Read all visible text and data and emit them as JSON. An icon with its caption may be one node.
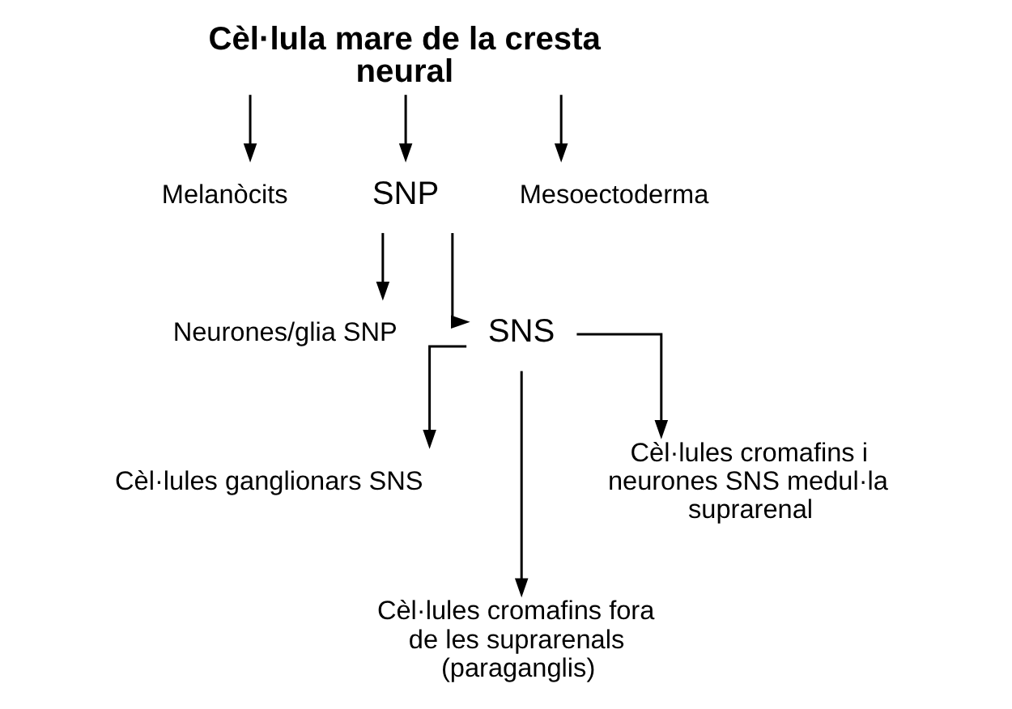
{
  "diagram": {
    "nodes": [
      {
        "text": [
          "Cèl·lula mare de la cresta neural"
        ]
      },
      {
        "text": [
          "Melanòcits"
        ]
      },
      {
        "text": [
          "SNP"
        ]
      },
      {
        "text": [
          "Mesoectoderma"
        ]
      },
      {
        "text": [
          "Neurones/glia SNP"
        ]
      },
      {
        "text": [
          "SNS"
        ]
      },
      {
        "text": [
          "Cèl·lules ganglionars SNS"
        ]
      },
      {
        "text": [
          "Cèl·lules cromafins fora de les suprarenals (paraganglis)"
        ]
      },
      {
        "text": [
          "Cèl·lules cromafins i neurones SNS medul·la suprarenal"
        ]
      }
    ],
    "edges": [
      {
        "from": 0,
        "to": 1,
        "arrow": "to"
      },
      {
        "from": 0,
        "to": 2,
        "arrow": "to"
      },
      {
        "from": 0,
        "to": 3,
        "arrow": "to"
      },
      {
        "from": 2,
        "to": 4,
        "arrow": "to"
      },
      {
        "from": 2,
        "to": 5,
        "arrow": "to"
      },
      {
        "from": 5,
        "to": 6,
        "arrow": "to"
      },
      {
        "from": 5,
        "to": 7,
        "arrow": "to"
      },
      {
        "from": 5,
        "to": 8,
        "arrow": "to"
      }
    ]
  }
}
